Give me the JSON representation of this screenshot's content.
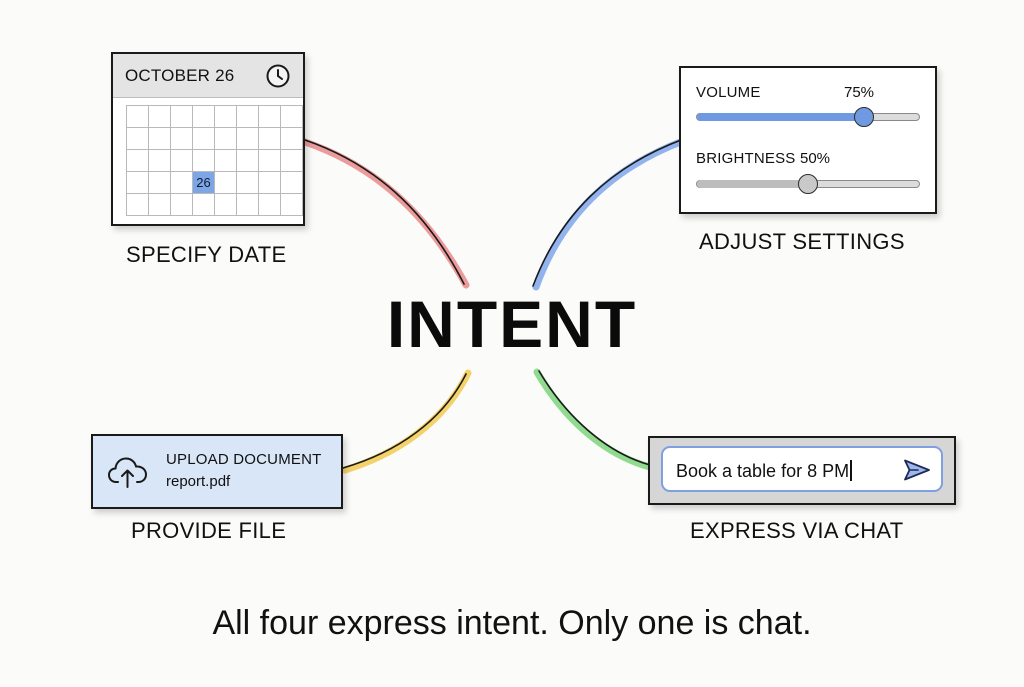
{
  "center_title": "INTENT",
  "tagline": "All four express intent. Only one is chat.",
  "calendar": {
    "header": "OCTOBER 26",
    "selected_day": "26",
    "caption": "SPECIFY DATE",
    "icon": "clock-icon",
    "color": "#e06a6a"
  },
  "settings": {
    "volume_label": "VOLUME",
    "volume_value": "75%",
    "volume_level": 0.75,
    "brightness_label": "BRIGHTNESS",
    "brightness_value": "50%",
    "brightness_level": 0.5,
    "caption": "ADJUST SETTINGS",
    "color": "#5b8ee0"
  },
  "upload": {
    "title": "UPLOAD DOCUMENT",
    "file_name": "report.pdf",
    "caption": "PROVIDE FILE",
    "icon": "cloud-upload-icon",
    "color": "#f0c64a"
  },
  "chat": {
    "input_value": "Book a table for 8 PM",
    "caption": "EXPRESS VIA CHAT",
    "icon": "send-icon",
    "color": "#6ccf6c"
  }
}
